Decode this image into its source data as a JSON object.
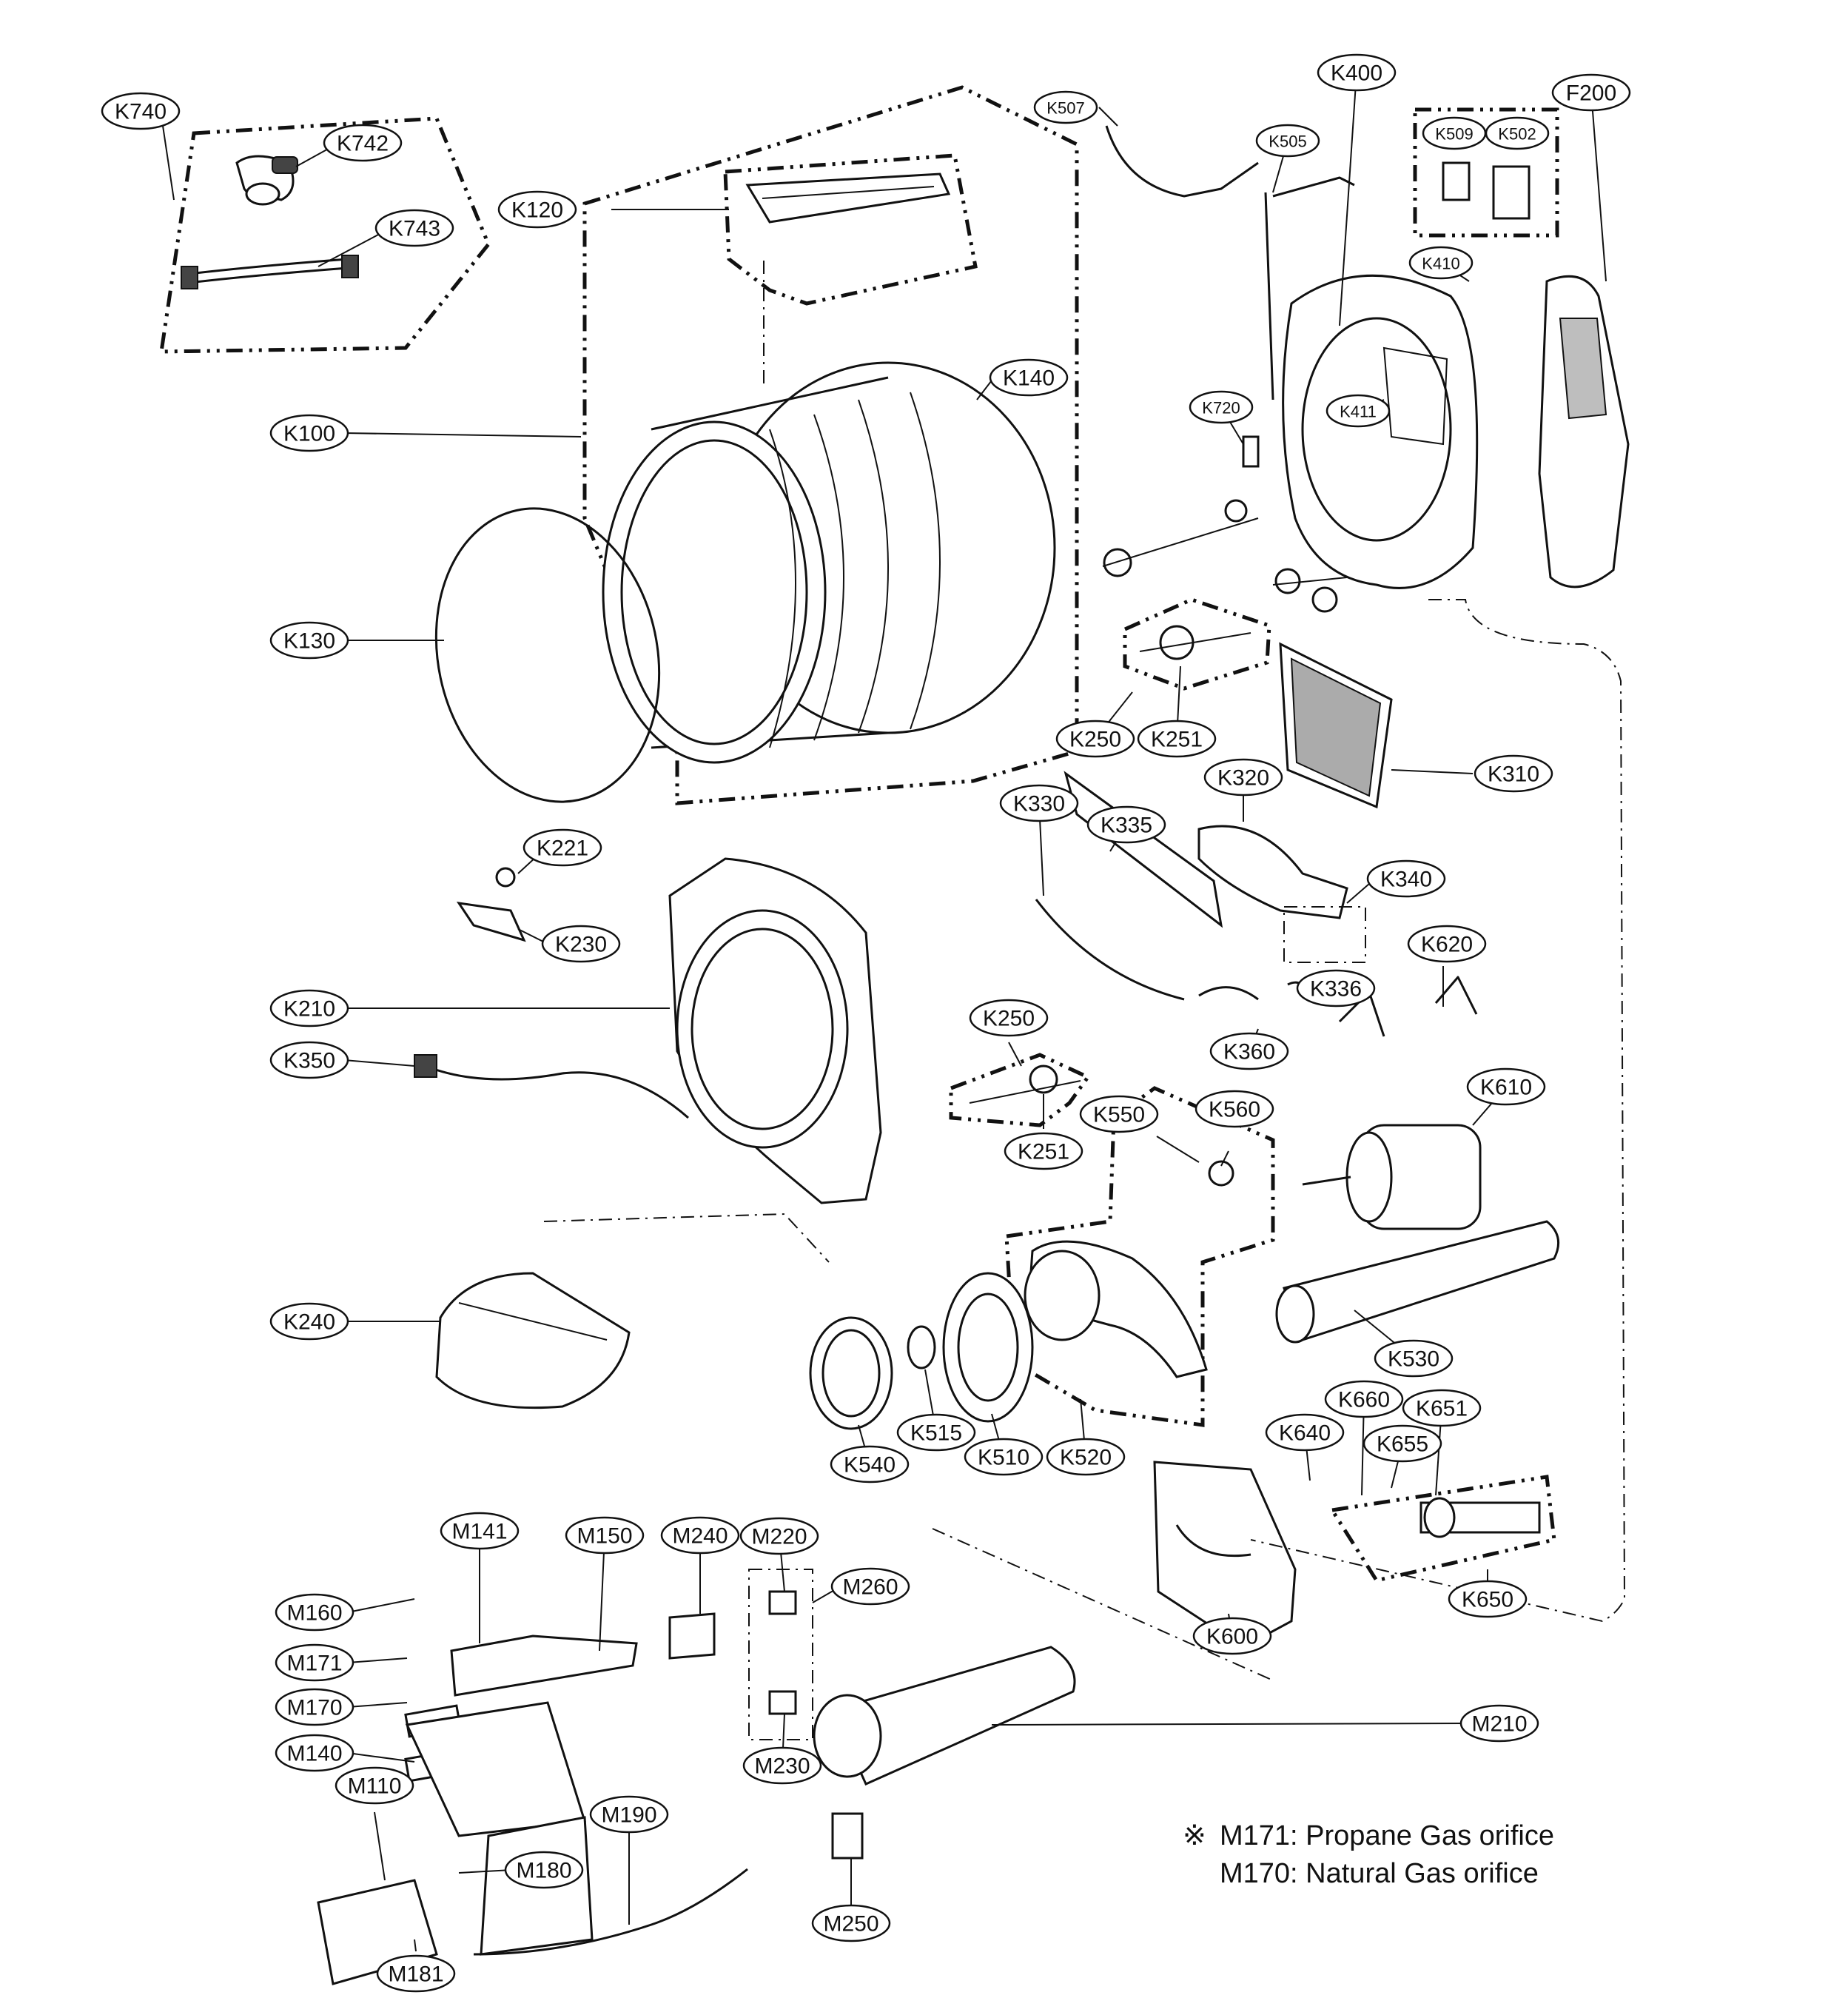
{
  "labels": [
    {
      "id": "K740",
      "text": "K740"
    },
    {
      "id": "K742",
      "text": "K742"
    },
    {
      "id": "K743",
      "text": "K743"
    },
    {
      "id": "K120",
      "text": "K120"
    },
    {
      "id": "K507",
      "text": "K507"
    },
    {
      "id": "K505",
      "text": "K505"
    },
    {
      "id": "K400",
      "text": "K400"
    },
    {
      "id": "K509",
      "text": "K509"
    },
    {
      "id": "K502",
      "text": "K502"
    },
    {
      "id": "F200",
      "text": "F200"
    },
    {
      "id": "K410",
      "text": "K410"
    },
    {
      "id": "K140",
      "text": "K140"
    },
    {
      "id": "K720",
      "text": "K720"
    },
    {
      "id": "K411",
      "text": "K411"
    },
    {
      "id": "K100",
      "text": "K100"
    },
    {
      "id": "K130",
      "text": "K130"
    },
    {
      "id": "K250a",
      "text": "K250"
    },
    {
      "id": "K251a",
      "text": "K251"
    },
    {
      "id": "K310",
      "text": "K310"
    },
    {
      "id": "K320",
      "text": "K320"
    },
    {
      "id": "K330",
      "text": "K330"
    },
    {
      "id": "K335",
      "text": "K335"
    },
    {
      "id": "K221",
      "text": "K221"
    },
    {
      "id": "K340",
      "text": "K340"
    },
    {
      "id": "K230",
      "text": "K230"
    },
    {
      "id": "K620",
      "text": "K620"
    },
    {
      "id": "K336",
      "text": "K336"
    },
    {
      "id": "K210",
      "text": "K210"
    },
    {
      "id": "K250b",
      "text": "K250"
    },
    {
      "id": "K360",
      "text": "K360"
    },
    {
      "id": "K350",
      "text": "K350"
    },
    {
      "id": "K610",
      "text": "K610"
    },
    {
      "id": "K550",
      "text": "K550"
    },
    {
      "id": "K560",
      "text": "K560"
    },
    {
      "id": "K251b",
      "text": "K251"
    },
    {
      "id": "K240",
      "text": "K240"
    },
    {
      "id": "K530",
      "text": "K530"
    },
    {
      "id": "K660",
      "text": "K660"
    },
    {
      "id": "K651",
      "text": "K651"
    },
    {
      "id": "K640",
      "text": "K640"
    },
    {
      "id": "K655",
      "text": "K655"
    },
    {
      "id": "K515",
      "text": "K515"
    },
    {
      "id": "K510",
      "text": "K510"
    },
    {
      "id": "K520",
      "text": "K520"
    },
    {
      "id": "K540",
      "text": "K540"
    },
    {
      "id": "M141",
      "text": "M141"
    },
    {
      "id": "M150",
      "text": "M150"
    },
    {
      "id": "M240",
      "text": "M240"
    },
    {
      "id": "M220",
      "text": "M220"
    },
    {
      "id": "M260",
      "text": "M260"
    },
    {
      "id": "K650",
      "text": "K650"
    },
    {
      "id": "M160",
      "text": "M160"
    },
    {
      "id": "K600",
      "text": "K600"
    },
    {
      "id": "M171",
      "text": "M171"
    },
    {
      "id": "M170",
      "text": "M170"
    },
    {
      "id": "M210",
      "text": "M210"
    },
    {
      "id": "M230",
      "text": "M230"
    },
    {
      "id": "M140",
      "text": "M140"
    },
    {
      "id": "M110",
      "text": "M110"
    },
    {
      "id": "M190",
      "text": "M190"
    },
    {
      "id": "M180",
      "text": "M180"
    },
    {
      "id": "M181",
      "text": "M181"
    },
    {
      "id": "M250",
      "text": "M250"
    }
  ],
  "notes": {
    "symbol": "※",
    "line1": "M171: Propane Gas orifice",
    "line2": "M170: Natural Gas orifice"
  }
}
